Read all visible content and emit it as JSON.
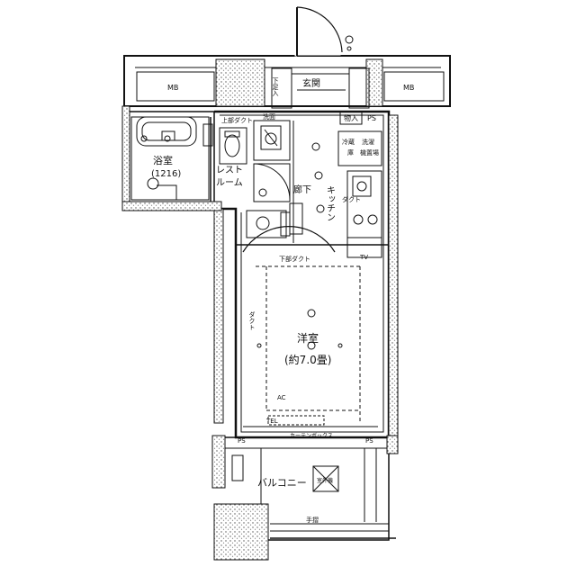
{
  "plan": {
    "rooms": {
      "western_room": "洋室",
      "western_size": "(約7.0畳)",
      "bath": "浴室",
      "bath_size": "(1216)",
      "restroom_line1": "レスト",
      "restroom_line2": "ルーム",
      "kitchen": "キッチン",
      "entrance": "玄関",
      "corridor": "廊下",
      "balcony": "バルコニー"
    },
    "labels": {
      "mb_left": "MB",
      "mb_right": "MB",
      "shoe_box": "下足入",
      "storage_in": "物入",
      "ps_top": "PS",
      "ps_bottom_left": "PS",
      "ps_bottom_right": "PS",
      "fridge_line1": "冷蔵",
      "fridge_line2": "庫",
      "washer_line1": "洗濯",
      "washer_line2": "機置場",
      "washbasin": "洗面",
      "curtain_box": "カーテンボックス",
      "tv": "TV",
      "tel": "TEL",
      "upper_duct": "上部ダクト",
      "lower_duct": "下部ダクト",
      "side_duct_left": "ダクト",
      "side_duct_right": "ダクト",
      "ac": "AC",
      "outdoor_unit": "室外機",
      "handrail": "手摺"
    }
  }
}
